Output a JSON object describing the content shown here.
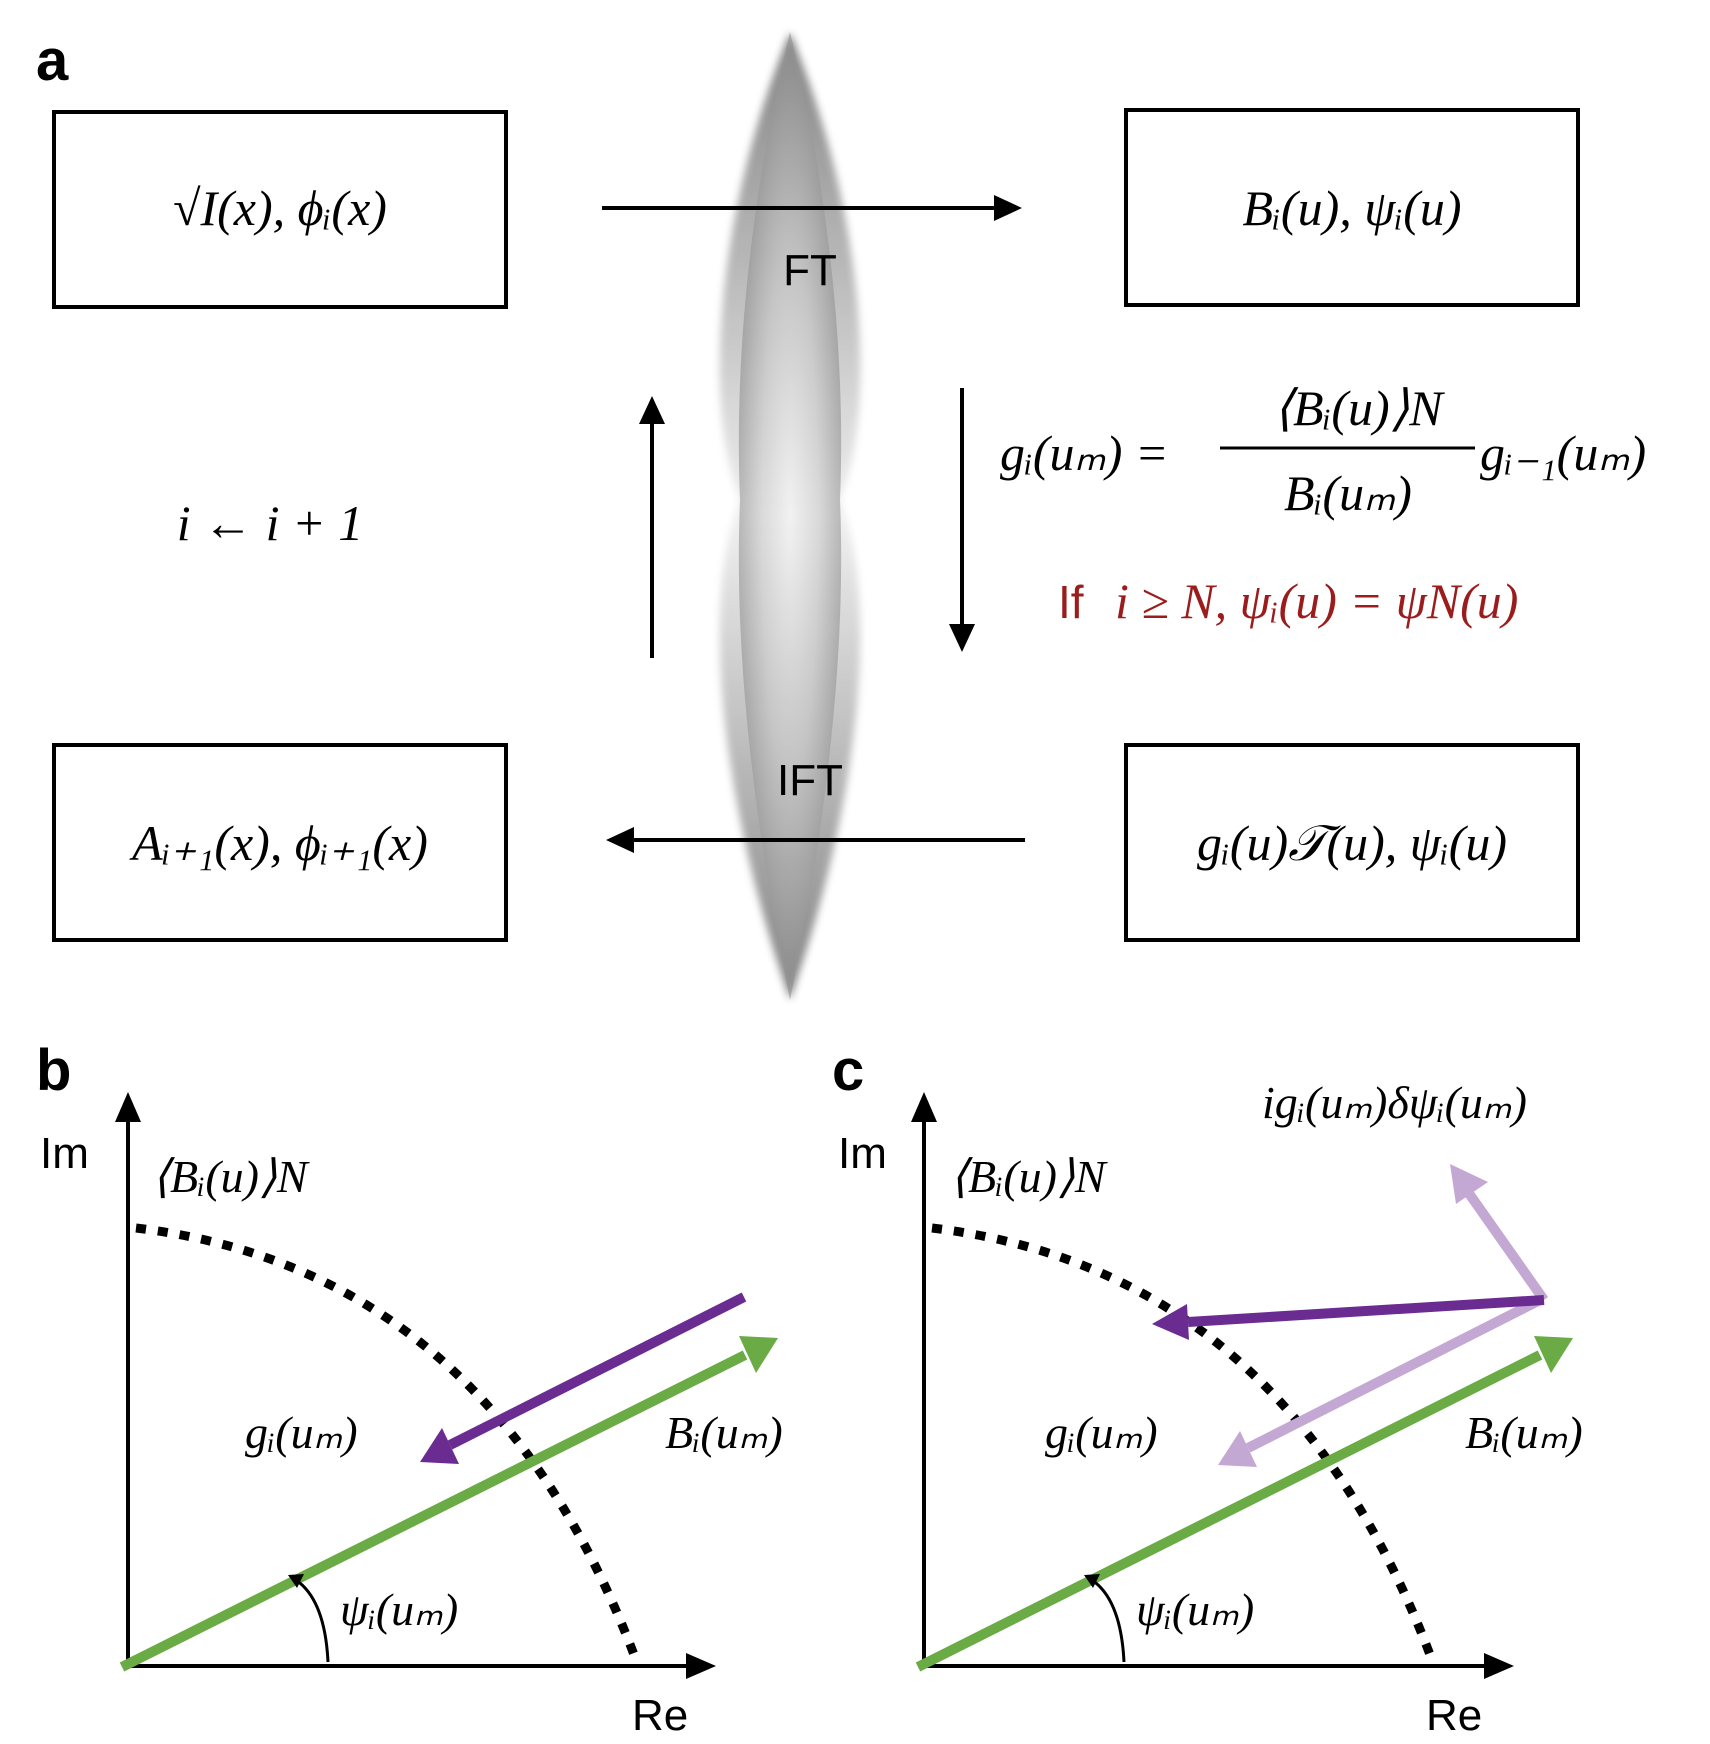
{
  "panels": {
    "a": "a",
    "b": "b",
    "c": "c"
  },
  "panel_a": {
    "box_top_left": "√I(x),  ϕᵢ(x)",
    "box_top_right": "Bᵢ(u),  ψᵢ(u)",
    "box_bottom_left": "Aᵢ₊₁(x),  ϕᵢ₊₁(x)",
    "box_bottom_right": "gᵢ(u)𝒯(u),  ψᵢ(u)",
    "lens_top_label": "FT",
    "lens_bottom_label": "IFT",
    "iteration": "i ← i + 1",
    "update_lhs": "gᵢ(uₘ) =",
    "update_numerator": "⟨Bᵢ(u)⟩N",
    "update_denominator": "Bᵢ(uₘ)",
    "update_rhs": "gᵢ₋₁(uₘ)",
    "condition_prefix": "If",
    "condition": "i ≥ N,  ψᵢ(u) = ψN(u)"
  },
  "panel_b": {
    "axis_im": "Im",
    "axis_re": "Re",
    "mean_label": "⟨Bᵢ(u)⟩N",
    "g_label": "gᵢ(uₘ)",
    "b_label": "Bᵢ(uₘ)",
    "angle_label": "ψᵢ(uₘ)"
  },
  "panel_c": {
    "axis_im": "Im",
    "axis_re": "Re",
    "mean_label": "⟨Bᵢ(u)⟩N",
    "g_label": "gᵢ(uₘ)",
    "b_label": "Bᵢ(uₘ)",
    "angle_label": "ψᵢ(uₘ)",
    "delta_label": "igᵢ(uₘ)δψᵢ(uₘ)"
  },
  "colors": {
    "green": "#6aab45",
    "purple": "#6a2c91",
    "light_purple": "#c4a8d4",
    "red": "#9b1c1c"
  }
}
